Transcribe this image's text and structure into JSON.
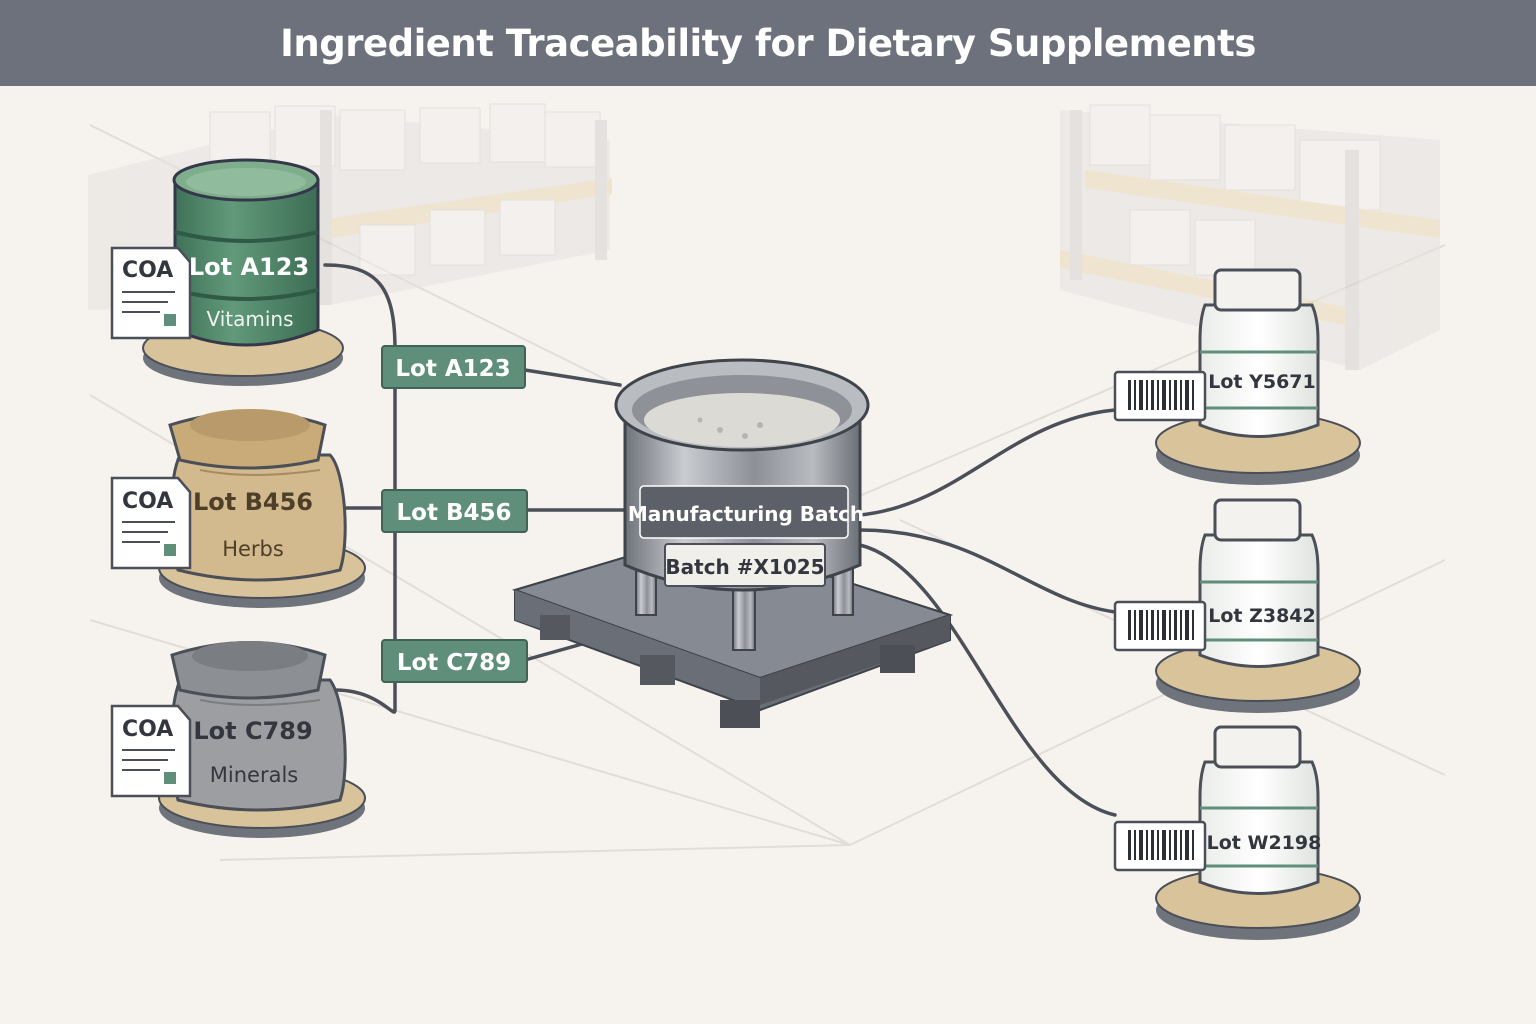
{
  "title": "Ingredient Traceability for Dietary Supplements",
  "colors": {
    "title_bar": "#6c717b",
    "background": "#f6f2ee",
    "lot_tag": "#5f8f7b",
    "drum_green": "#4f8a68",
    "burlap": "#d3b98e",
    "mineral_sack": "#9c9ea2",
    "steel": "#9a9da3",
    "connector": "#4a4f58",
    "base_disc": "#d8c39a"
  },
  "raw_materials": [
    {
      "id": "vitamins",
      "coa": "COA",
      "lot": "Lot A123",
      "name": "Vitamins",
      "container": "drum-icon"
    },
    {
      "id": "herbs",
      "coa": "COA",
      "lot": "Lot B456",
      "name": "Herbs",
      "container": "sack-icon"
    },
    {
      "id": "minerals",
      "coa": "COA",
      "lot": "Lot C789",
      "name": "Minerals",
      "container": "sack-icon"
    }
  ],
  "lot_tags": [
    "Lot A123",
    "Lot B456",
    "Lot C789"
  ],
  "batch": {
    "label": "Manufacturing Batch",
    "number": "Batch #X1025"
  },
  "finished_products": [
    {
      "lot": "Lot Y5671",
      "icon": "barcode-icon"
    },
    {
      "lot": "Lot Z3842",
      "icon": "barcode-icon"
    },
    {
      "lot": "Lot W2198",
      "icon": "barcode-icon"
    }
  ]
}
